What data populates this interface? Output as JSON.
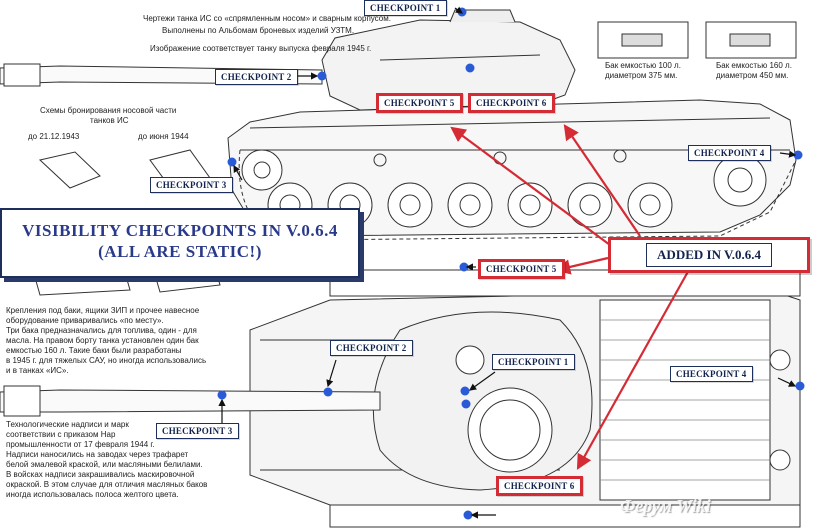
{
  "title": {
    "line1": "VISIBILITY CHECKPOINTS IN V.0.6.4",
    "line2": "(ALL ARE STATIC!)"
  },
  "added_label": "ADDED IN V.0.6.4",
  "checkpoints_side": {
    "cp1": "CHECKPOINT 1",
    "cp2": "CHECKPOINT 2",
    "cp3": "CHECKPOINT 3",
    "cp4": "CHECKPOINT 4",
    "cp5": "CHECKPOINT 5",
    "cp6": "CHECKPOINT 6"
  },
  "checkpoints_top": {
    "cp1": "CHECKPOINT 1",
    "cp2": "CHECKPOINT 2",
    "cp3": "CHECKPOINT 3",
    "cp4": "CHECKPOINT 4",
    "cp5": "CHECKPOINT 5",
    "cp6": "CHECKPOINT 6"
  },
  "drawing_notes": {
    "header_line1": "Чертежи танка ИС со «спрямленным носом» и сварным корпусом.",
    "header_line2": "Выполнены по Альбомам броневых изделий УЗТМ.",
    "header_line3": "Изображение соответствует танку выпуска февраля 1945 г.",
    "tank_100_line1": "Бак емкостью 100 л.",
    "tank_100_line2": "диаметром 375 мм.",
    "tank_160_line1": "Бак емкостью 160 л.",
    "tank_160_line2": "диаметром 450 мм.",
    "armor_title_line1": "Схемы бронирования носовой части",
    "armor_title_line2": "танков ИС",
    "armor_date1": "до 21.12.1943",
    "armor_date2": "до июня 1944",
    "mount_text": [
      "Крепления под баки, ящики ЗИП и прочее навесное",
      "оборудование приваривались «по месту».",
      "Три бака предназначались для топлива, один - для",
      "масла. На правом борту танка установлен один бак",
      "емкостью 160 л. Такие баки были разработаны",
      "в 1945 г. для тяжелых САУ, но иногда использовались",
      "и в танках «ИС»."
    ],
    "tech_text": [
      "Технологические надписи и марк",
      "соответствии с приказом Нар",
      "промышленности от 17 февраля 1944 г.",
      "Надписи наносились на заводах через трафарет",
      "белой эмалевой краской, или масляными белилами.",
      "В войсках надписи закрашивались маскировочной",
      "окраской. В этом случае для отличия масляных баков",
      "иногда использовалась полоса желтого цвета."
    ]
  },
  "watermark": "Ферум Wiki",
  "colors": {
    "accent_red": "#d42b35",
    "navy": "#1d2f5a",
    "dot_blue": "#2a5bd7"
  }
}
